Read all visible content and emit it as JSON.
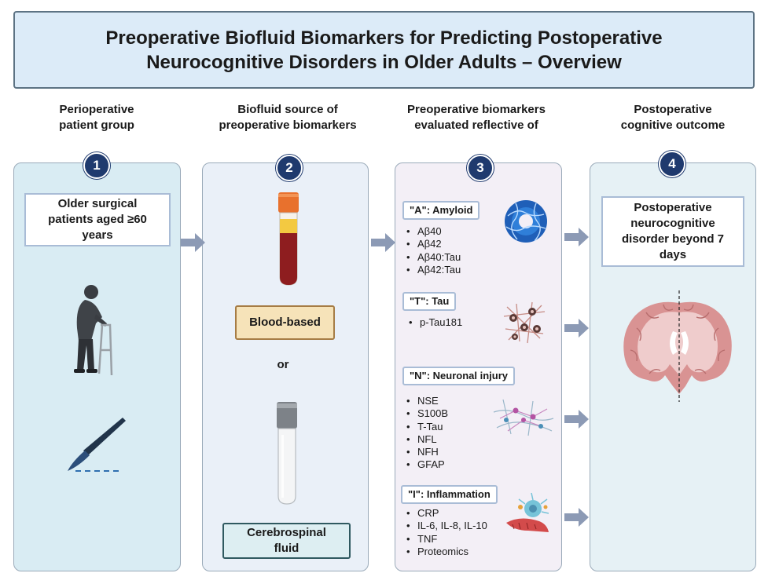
{
  "title": {
    "line1": "Preoperative Biofluid Biomarkers for Predicting Postoperative",
    "line2": "Neurocognitive Disorders in Older Adults – Overview"
  },
  "columns": [
    {
      "number": "1",
      "header_line1": "Perioperative",
      "header_line2": "patient group"
    },
    {
      "number": "2",
      "header_line1": "Biofluid source of",
      "header_line2": "preoperative biomarkers"
    },
    {
      "number": "3",
      "header_line1": "Preoperative biomarkers",
      "header_line2": "evaluated reflective of"
    },
    {
      "number": "4",
      "header_line1": "Postoperative",
      "header_line2": "cognitive outcome"
    }
  ],
  "patient_group": {
    "line1": "Older surgical",
    "line2": "patients aged ≥60",
    "line3": "years"
  },
  "biofluid": {
    "blood_label": "Blood-based",
    "or_label": "or",
    "csf_line1": "Cerebrospinal",
    "csf_line2": "fluid"
  },
  "biomarkers": {
    "amyloid": {
      "label": "\"A\": Amyloid",
      "items": [
        "Aβ40",
        "Aβ42",
        "Aβ40:Tau",
        "Aβ42:Tau"
      ]
    },
    "tau": {
      "label": "\"T\": Tau",
      "items": [
        "p-Tau181"
      ]
    },
    "neuronal": {
      "label": "\"N\": Neuronal injury",
      "items": [
        "NSE",
        "S100B",
        "T-Tau",
        "NFL",
        "NFH",
        "GFAP"
      ]
    },
    "inflammation": {
      "label": "\"I\": Inflammation",
      "items": [
        "CRP",
        "IL-6, IL-8, IL-10",
        "TNF",
        "Proteomics"
      ]
    }
  },
  "outcome": {
    "line1": "Postoperative",
    "line2": "neurocognitive",
    "line3": "disorder beyond 7",
    "line4": "days"
  },
  "colors": {
    "title_bg": "#dcebf8",
    "badge": "#1f3a6e",
    "arrow": "#8c9ab5",
    "blood_tag": "#f6e3b9",
    "csf_tag": "#ddeef2"
  },
  "icons": {
    "patient": "elderly-walker-icon",
    "surgery": "scalpel-icon",
    "blood": "blood-tube-icon",
    "csf": "csf-tube-icon",
    "amyloid": "amyloid-plaque-icon",
    "tau": "tau-tangle-icon",
    "neuronal": "neuron-network-icon",
    "inflammation": "inflammation-cell-icon",
    "outcome": "brain-section-icon"
  }
}
